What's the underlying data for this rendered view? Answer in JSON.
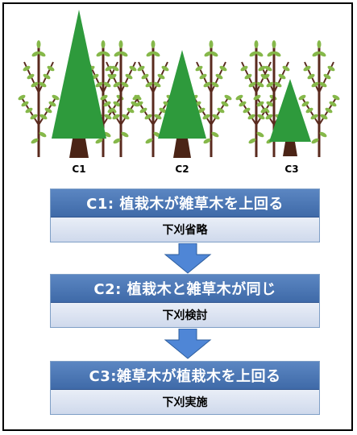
{
  "scenes": {
    "c1_label": "C1",
    "c2_label": "C2",
    "c3_label": "C3"
  },
  "steps": [
    {
      "condition": "C1: 植栽木が雑草木を上回る",
      "action": "下刈省略"
    },
    {
      "condition": "C2: 植栽木と雑草木が同じ",
      "action": "下刈検討"
    },
    {
      "condition": "C3:雑草木が植栽木を上回る",
      "action": "下刈実施"
    }
  ],
  "colors": {
    "conifer": "#2e9a3c",
    "trunk": "#4b2416",
    "weed_stem": "#5a2a1e",
    "weed_leaf": "#86b84a",
    "header_blue": "#4a76b6",
    "sub_light": "#dde5f2",
    "arrow_blue": "#4f86d6"
  }
}
